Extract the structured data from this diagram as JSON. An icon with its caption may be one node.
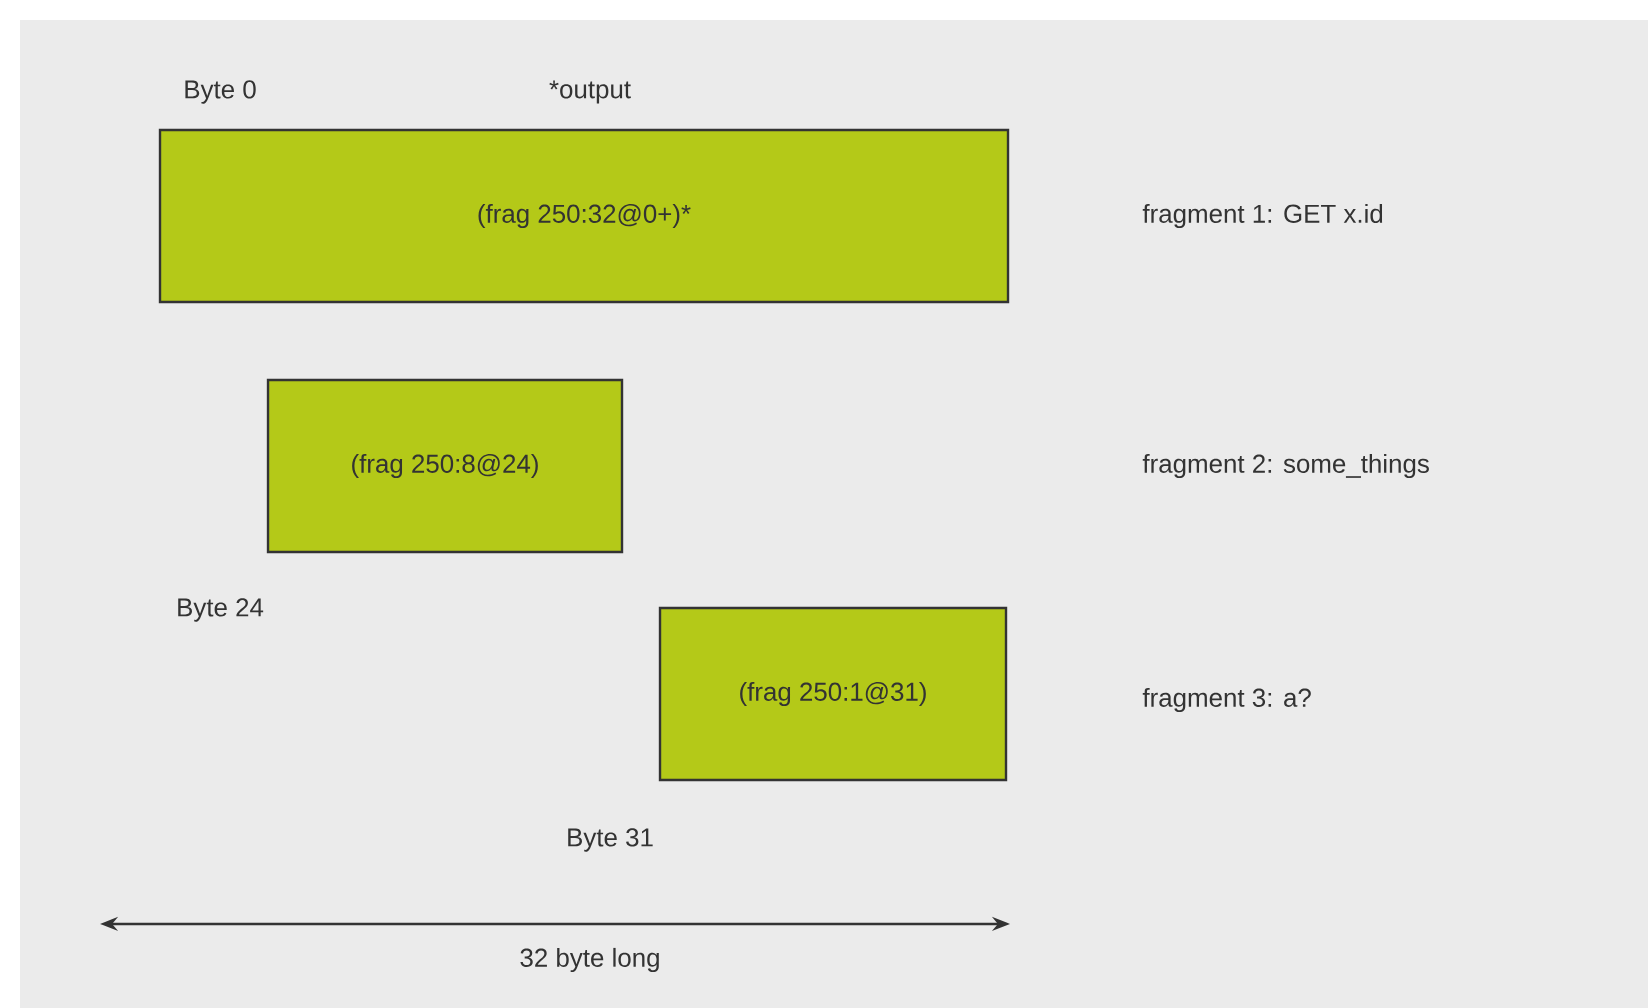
{
  "diagram": {
    "nodes": [
      {
        "text": [
          "(frag 250:32@0+)*"
        ]
      },
      {
        "text": [
          "(frag 250:8@24)"
        ]
      },
      {
        "text": [
          "(frag 250:1@31)"
        ]
      }
    ],
    "edges": [],
    "labels": [
      "Byte 0",
      "*output",
      "fragment 1: GET x.id",
      "fragment 2: some_things",
      "Byte 24",
      "fragment 3: a?",
      "Byte 31",
      "32 byte long"
    ]
  }
}
